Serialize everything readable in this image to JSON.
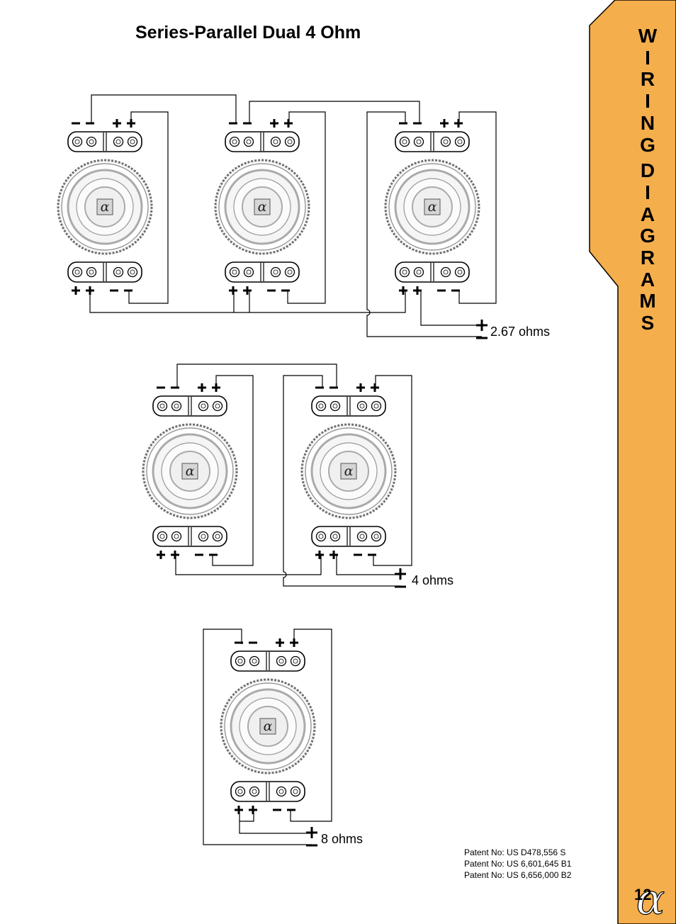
{
  "title": "Series-Parallel Dual 4 Ohm",
  "tab": {
    "letters_line1": [
      "W",
      "I",
      "R",
      "I",
      "N",
      "G"
    ],
    "letters_line2": [
      "D",
      "I",
      "A",
      "G",
      "R",
      "A",
      "M",
      "S"
    ],
    "color": "#F5AE4C"
  },
  "page_number": "12",
  "logo_glyph": "α",
  "patents": [
    "Patent No: US D478,556 S",
    "Patent No: US 6,601,645 B1",
    "Patent No: US 6,656,000 B2"
  ],
  "diagrams": [
    {
      "speaker_count": 3,
      "impedance_label": "2.67 ohms"
    },
    {
      "speaker_count": 2,
      "impedance_label": "4 ohms"
    },
    {
      "speaker_count": 1,
      "impedance_label": "8 ohms"
    }
  ]
}
